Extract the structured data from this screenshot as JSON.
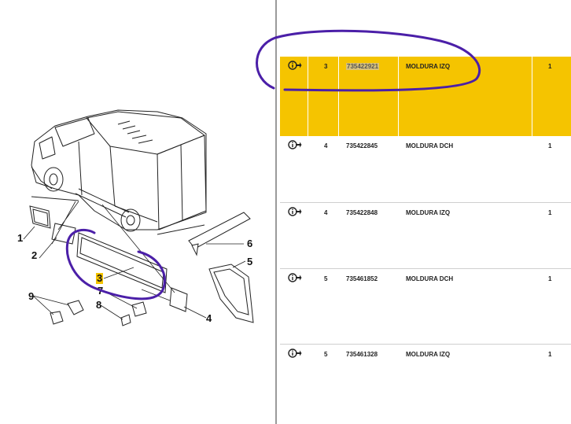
{
  "diagram": {
    "callouts": [
      {
        "id": "c1",
        "label": "1"
      },
      {
        "id": "c2",
        "label": "2"
      },
      {
        "id": "c3",
        "label": "3"
      },
      {
        "id": "c4",
        "label": "4"
      },
      {
        "id": "c5",
        "label": "5"
      },
      {
        "id": "c6",
        "label": "6"
      },
      {
        "id": "c7",
        "label": "7"
      },
      {
        "id": "c8",
        "label": "8"
      },
      {
        "id": "c9",
        "label": "9"
      }
    ],
    "highlighted_callout": "3"
  },
  "parts": {
    "rows": [
      {
        "icon": "info-arrow-icon",
        "ref": "3",
        "code": "735422921",
        "description": "MOLDURA IZQ",
        "qty": "1",
        "selected": true
      },
      {
        "icon": "info-arrow-icon",
        "ref": "4",
        "code": "735422845",
        "description": "MOLDURA DCH",
        "qty": "1",
        "selected": false
      },
      {
        "icon": "info-arrow-icon",
        "ref": "4",
        "code": "735422848",
        "description": "MOLDURA IZQ",
        "qty": "1",
        "selected": false
      },
      {
        "icon": "info-arrow-icon",
        "ref": "5",
        "code": "735461852",
        "description": "MOLDURA DCH",
        "qty": "1",
        "selected": false
      },
      {
        "icon": "info-arrow-icon",
        "ref": "5",
        "code": "735461328",
        "description": "MOLDURA IZQ",
        "qty": "1",
        "selected": false
      }
    ]
  },
  "colors": {
    "selected_row": "#f5c400",
    "annotation_ink": "#4b1fa8",
    "divider": "#9a9a9a"
  }
}
